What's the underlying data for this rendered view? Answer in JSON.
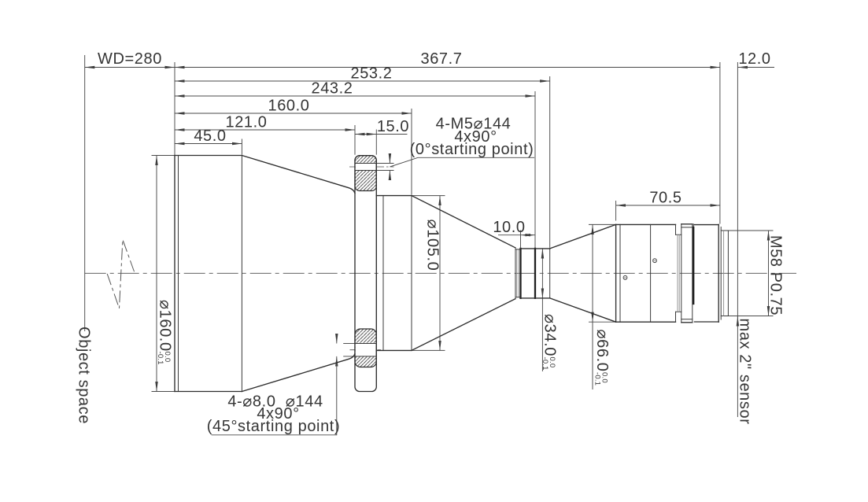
{
  "drawing": {
    "type": "telecentric lens mechanical outline drawing",
    "dimensions": {
      "working_distance": "WD=280",
      "overall_length": "367.7",
      "front_to_rear_group": "253.2",
      "front_to_waist_end": "243.2",
      "front_to_mid_cylinder_end": "160.0",
      "front_to_flange": "121.0",
      "front_barrel_length": "45.0",
      "flange_thickness": "15.0",
      "waist_length": "10.0",
      "rear_barrel_length": "70.5",
      "flange_to_sensor": "12.0",
      "front_diameter": {
        "value": "⌀160.0",
        "tol_upper": "0.0",
        "tol_lower": "-0.1"
      },
      "mid_diameter": {
        "value": "⌀105.0"
      },
      "waist_diameter": {
        "value": "⌀34.0",
        "tol_upper": "0.0",
        "tol_lower": "-0.1"
      },
      "rear_diameter": {
        "value": "⌀66.0",
        "tol_upper": "0.0",
        "tol_lower": "-0.1"
      },
      "mount_thread": "M58 P0.75"
    },
    "notes": {
      "front_mount_holes": {
        "line1": "4-M5⌀144",
        "line2": "4x90°",
        "line3": "(0°starting point)"
      },
      "flange_through_holes": {
        "line1": "4-⌀8.0  ⌀144",
        "line2": "4x90°",
        "line3": "(45°starting point)"
      },
      "sensor_note": "max 2\" sensor",
      "object_space": "Object space"
    },
    "colors": {
      "background": "#ffffff",
      "line": "#2e2e2e",
      "text": "#353535"
    }
  }
}
